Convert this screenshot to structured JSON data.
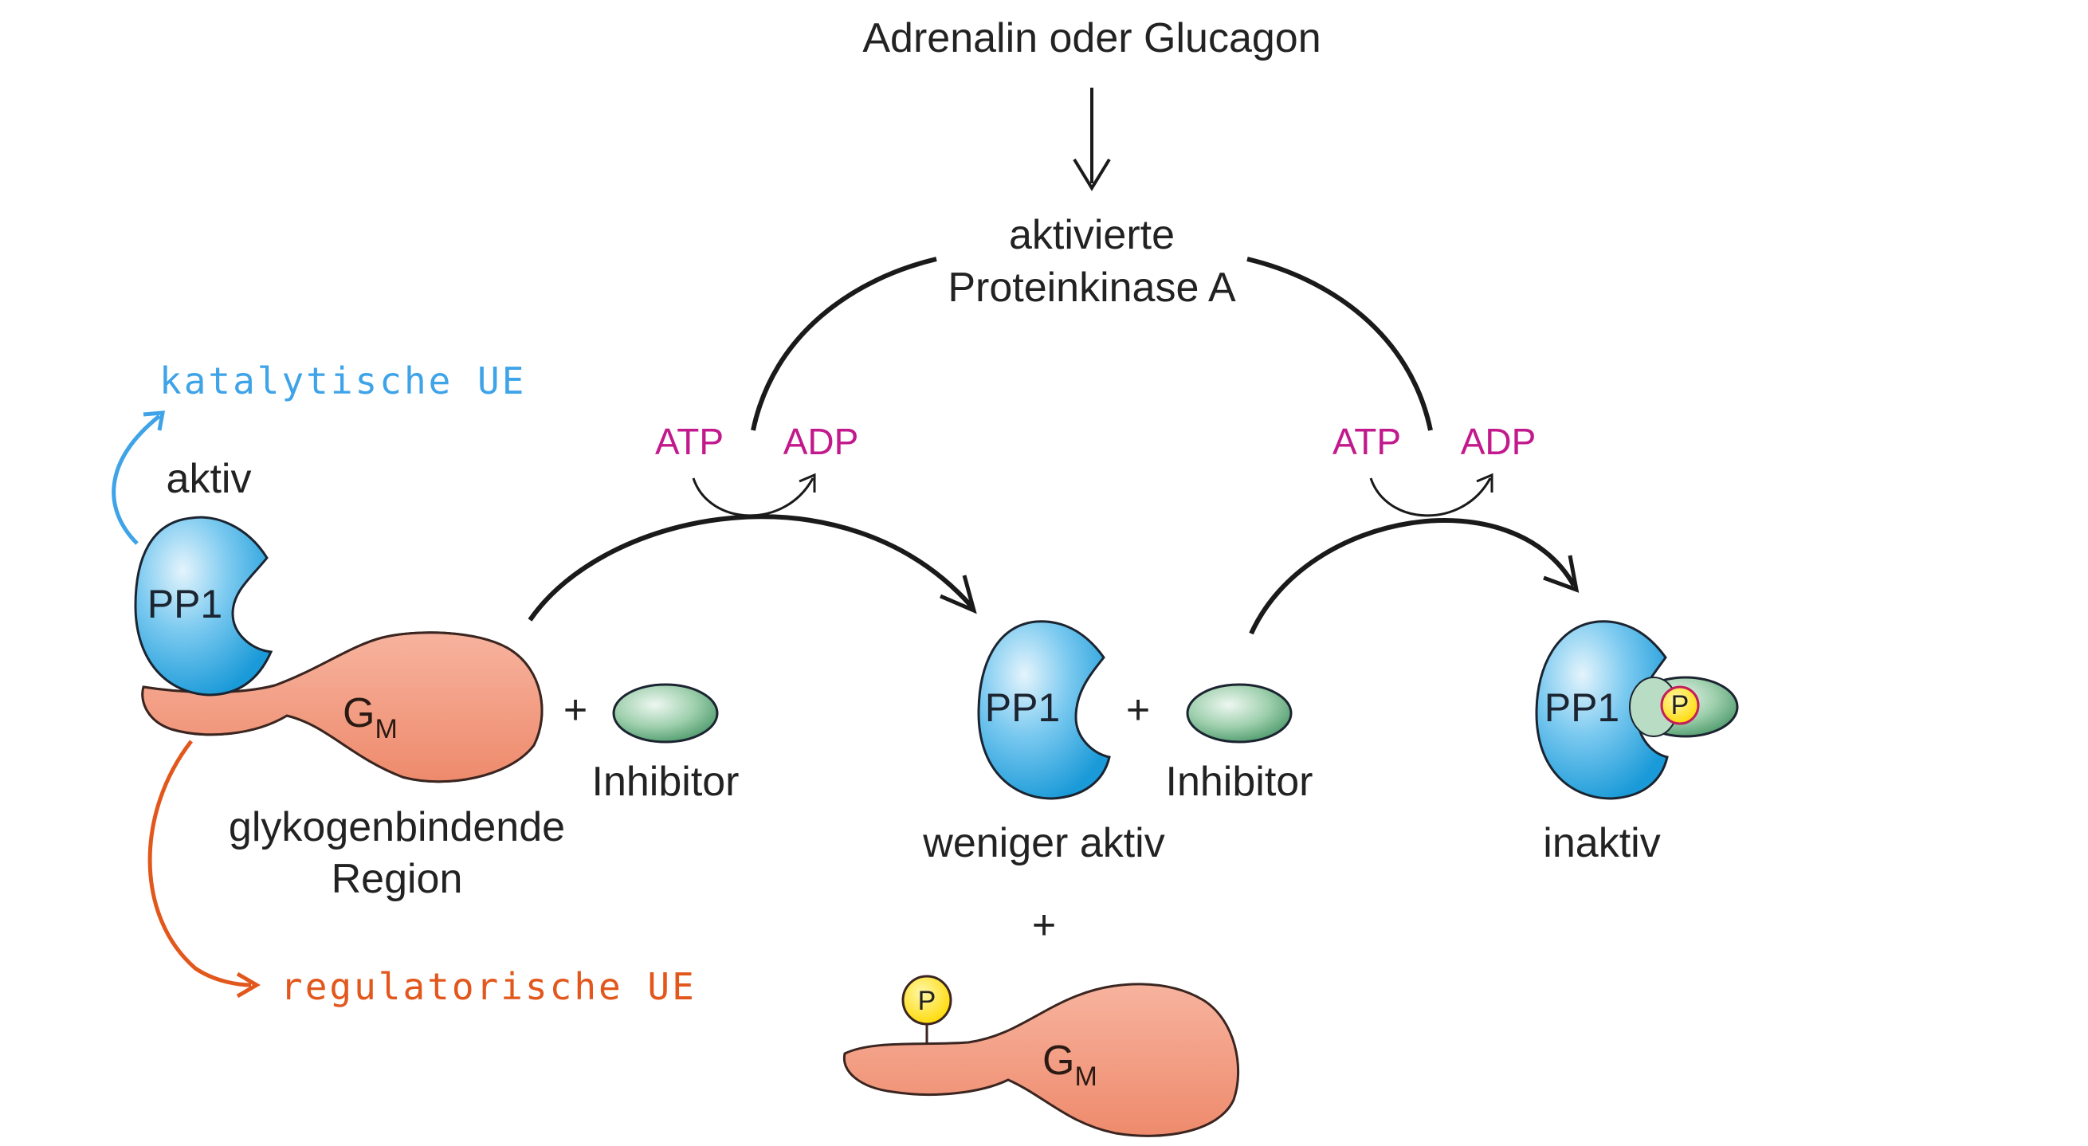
{
  "labels": {
    "hormone": "Adrenalin oder Glucagon",
    "kinase_line1": "aktivierte",
    "kinase_line2": "Proteinkinase A",
    "atp_left": "ATP",
    "adp_left": "ADP",
    "atp_right": "ATP",
    "adp_right": "ADP",
    "aktiv": "aktiv",
    "pp1_active": "PP1",
    "gm_main": "G",
    "gm_sub": "M",
    "glyko_line1": "glykogenbindende",
    "glyko_line2": "Region",
    "plus_1": "+",
    "inhibitor_1": "Inhibitor",
    "pp1_less": "PP1",
    "weniger_aktiv": "weniger aktiv",
    "plus_2": "+",
    "inhibitor_2": "Inhibitor",
    "pp1_inactive": "PP1",
    "p_inactive": "P",
    "inaktiv": "inaktiv",
    "plus_3": "+",
    "p_gm": "P",
    "gm2_main": "G",
    "gm2_sub": "M"
  },
  "annotations": {
    "katalytisch": "katalytische UE",
    "regulatorisch": "regulatorische UE"
  },
  "colors": {
    "pp1_fill": "#29a8e0",
    "pp1_highlight": "#d8effa",
    "gm_fill": "#f0957a",
    "gm_stroke": "#3a2520",
    "inhibitor_fill": "#7fbf95",
    "inhibitor_highlight": "#e6f3ea",
    "phosphate_fill": "#ffe600",
    "atp_adp": "#c2198c",
    "annotation_blue": "#3fa3e8",
    "annotation_orange": "#e2571c",
    "arrow": "#1a1a1a"
  }
}
